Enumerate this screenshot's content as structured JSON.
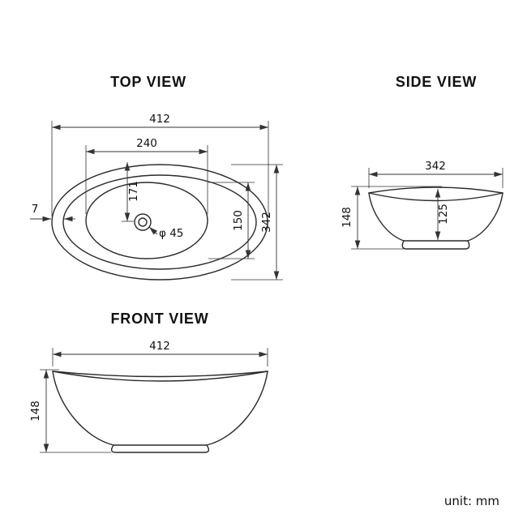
{
  "top_view": {
    "title": "TOP VIEW",
    "dim_width_outer": "412",
    "dim_width_inner": "240",
    "dim_center": "171",
    "dim_height_inner": "150",
    "dim_height_outer": "342",
    "dim_rim": "7",
    "dim_drain": "φ 45"
  },
  "side_view": {
    "title": "SIDE VIEW",
    "dim_width": "342",
    "dim_height": "148",
    "dim_depth": "125"
  },
  "front_view": {
    "title": "FRONT VIEW",
    "dim_width": "412",
    "dim_height": "148"
  },
  "footer": {
    "unit_label": "unit: mm"
  }
}
